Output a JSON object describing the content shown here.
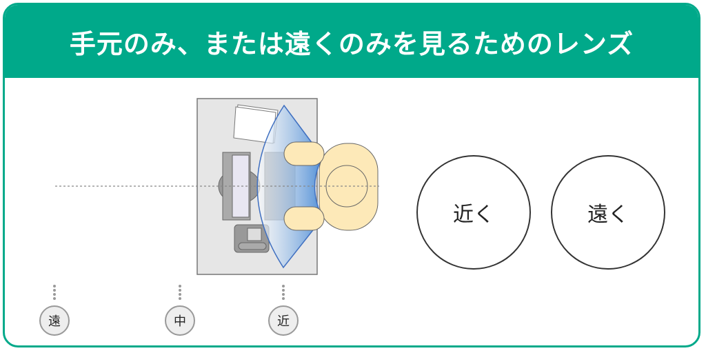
{
  "title": "手元のみ、または遠くのみを見るためのレンズ",
  "lenses": [
    {
      "label": "近く"
    },
    {
      "label": "遠く"
    }
  ],
  "markers": [
    {
      "label": "遠"
    },
    {
      "label": "中"
    },
    {
      "label": "近"
    }
  ],
  "colors": {
    "accent": "#00a98a",
    "desk": "#e6e6e6",
    "skin": "#fde9b8",
    "vision": "#3f7fd0"
  }
}
